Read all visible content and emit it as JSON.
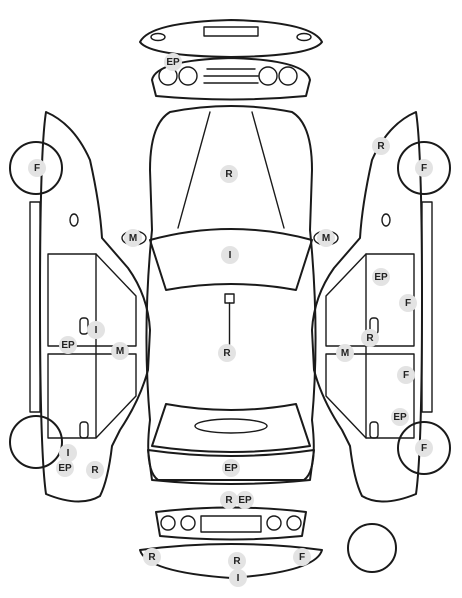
{
  "colors": {
    "line": "#1a1a1a",
    "badge": "#e3e3e3",
    "badge_text": "#222222",
    "background": "#ffffff"
  },
  "markers": [
    {
      "code": "EP",
      "part": "front-bumper-top"
    },
    {
      "code": "R",
      "part": "hood"
    },
    {
      "code": "M",
      "part": "left-mirror"
    },
    {
      "code": "M",
      "part": "right-mirror"
    },
    {
      "code": "I",
      "part": "windshield"
    },
    {
      "code": "R",
      "part": "roof"
    },
    {
      "code": "EP",
      "part": "trunk"
    },
    {
      "code": "R",
      "part": "rear-panel"
    },
    {
      "code": "EP",
      "part": "rear-panel"
    },
    {
      "code": "R",
      "part": "rear-bumper-left"
    },
    {
      "code": "R",
      "part": "rear-bumper-center"
    },
    {
      "code": "F",
      "part": "rear-bumper-right"
    },
    {
      "code": "I",
      "part": "rear-bumper-bottom"
    },
    {
      "code": "F",
      "part": "left-front-wheel"
    },
    {
      "code": "I",
      "part": "left-front-door"
    },
    {
      "code": "EP",
      "part": "left-rocker"
    },
    {
      "code": "M",
      "part": "left-door-mirror-area"
    },
    {
      "code": "I",
      "part": "left-rear-quarter"
    },
    {
      "code": "EP",
      "part": "left-rear-quarter"
    },
    {
      "code": "R",
      "part": "left-rear-quarter"
    },
    {
      "code": "R",
      "part": "right-front-fender"
    },
    {
      "code": "F",
      "part": "right-front-wheel"
    },
    {
      "code": "EP",
      "part": "right-front-door"
    },
    {
      "code": "F",
      "part": "right-front-door"
    },
    {
      "code": "R",
      "part": "right-door-handle"
    },
    {
      "code": "M",
      "part": "right-door-mirror-area"
    },
    {
      "code": "F",
      "part": "right-rear-door"
    },
    {
      "code": "EP",
      "part": "right-rear-quarter"
    },
    {
      "code": "F",
      "part": "right-rear-wheel"
    }
  ]
}
